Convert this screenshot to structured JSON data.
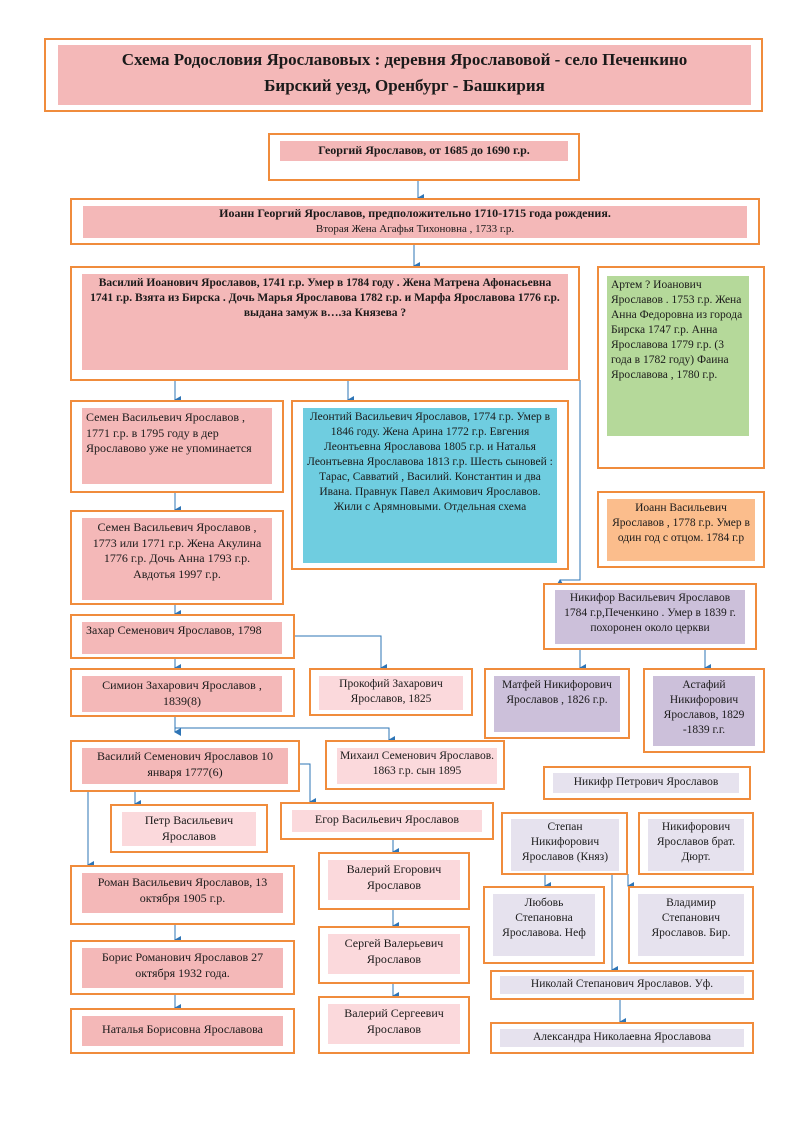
{
  "header": {
    "line1": "Схема   Родословия    Ярославовых :    деревня Ярославовой -  село  Печенкино",
    "line2": "Бирский    уезд,    Оренбург  - Башкирия"
  },
  "people": {
    "georgy": "Георгий   Ярославов,  от 1685 до 1690  г.р.",
    "ioann_l1": "Иоанн  Георгий   Ярославов, предположительно 1710-1715  года  рождения.",
    "ioann_l2": "Вторая Жена  Агафья Тихоновна , 1733 г.р.",
    "vasily": "Василий  Иоанович Ярославов, 1741 г.р.   Умер в  1784 году . Жена  Матрена Афонасьевна  1741 г.р. Взята   из Бирска  . Дочь  Марья Ярославова   1782 г.р. и Марфа   Ярославова 1776  г.р.  выдана  замуж в….за Князева ?",
    "artem": "Артем ?  Иоанович Ярославов . 1753 г.р. Жена  Анна Федоровна из  города Бирска 1747 г.р. Анна  Ярославова  1779 г.р.  (3 года в 1782 году)  Фаина  Ярославова    , 1780 г.р.",
    "semen1": "Семен  Васильевич  Ярославов , 1771 г.р. в 1795 году в дер Ярославово уже не упоминается",
    "leonty": "Леонтий  Васильевич Ярославов, 1774  г.р. Умер в   1846  году. Жена Арина 1772 г.р.  Евгения Леонтьевна Ярославова 1805 г.р.     и     Наталья Леонтьевна    Ярославова 1813 г.р. Шесть сыновей : Тарас, Савватий , Василий. Константин и два Ивана. Правнук Павел  Акимович Ярославов. Жили с Арямновыми. Отдельная  схема",
    "semen2": "Семен  Васильевич   Ярославов , 1773 или  1771   г.р. Жена  Акулина 1776 г.р. Дочь  Анна 1793 г.р. Авдотья 1997 г.р.",
    "ioann_v": "Иоанн  Васильевич Ярославов , 1778 г.р. Умер в  один год с отцом. 1784 г.р",
    "nikifor_v": "Никифор Васильевич Ярославов 1784 г.р,Печенкино . Умер в 1839 г. похоронен около  церкви",
    "zakhar": "Захар  Семенович   Ярославов, 1798",
    "simion": "Симион   Захарович  Ярославов , 1839(8)",
    "prokofy": "Прокофий     Захарович Ярославов, 1825",
    "matfey": "Матфей Никифорович Ярославов , 1826 г.р.",
    "astafy": "Астафий Никифорович Ярославов, 1829 -1839  г.г.",
    "vasily_s": "Василий Семенович  Ярославов 10 января 1777(6)",
    "mikhail": "Михаил Семенович Ярославов. 1863 г.р. сын 1895",
    "nikifr_p": "Никифр  Петрович  Ярославов",
    "petr": "Петр  Васильевич Ярославов",
    "egor": "Егор  Васильевич  Ярославов",
    "stepan": "Степан Никифорович Ярославов (Княз)",
    "nikiforovich": "Никифорович Ярославов брат. Дюрт.",
    "roman": "Роман   Васильевич   Ярославов, 13 октября 1905 г.р.",
    "valery_e": "Валерий    Егорович Ярославов",
    "lyubov": "Любовь Степановна Ярославова. Неф",
    "vladimir": "Владимир Степанович Ярославов.  Бир.",
    "boris": "Борис  Романович  Ярославов  27 октября  1932  года.",
    "sergey": "Сергей  Валерьевич Ярославов",
    "nikolay": "Николай Степанович Ярославов.  Уф.",
    "natalya": "Наталья Борисовна  Ярославова",
    "valery_s": "Валерий     Сергеевич Ярославов",
    "alexandra": "Александра Николаевна Ярославова"
  },
  "colors": {
    "border": "#f08c3c",
    "pink": "#f4b8b8",
    "light_pink": "#fbd9dc",
    "lavender": "#e6e2ee",
    "purple": "#ccc0da",
    "green": "#b5d99a",
    "cyan": "#6fcde0",
    "peach": "#fbbd8c",
    "connector": "#2e75b6"
  }
}
